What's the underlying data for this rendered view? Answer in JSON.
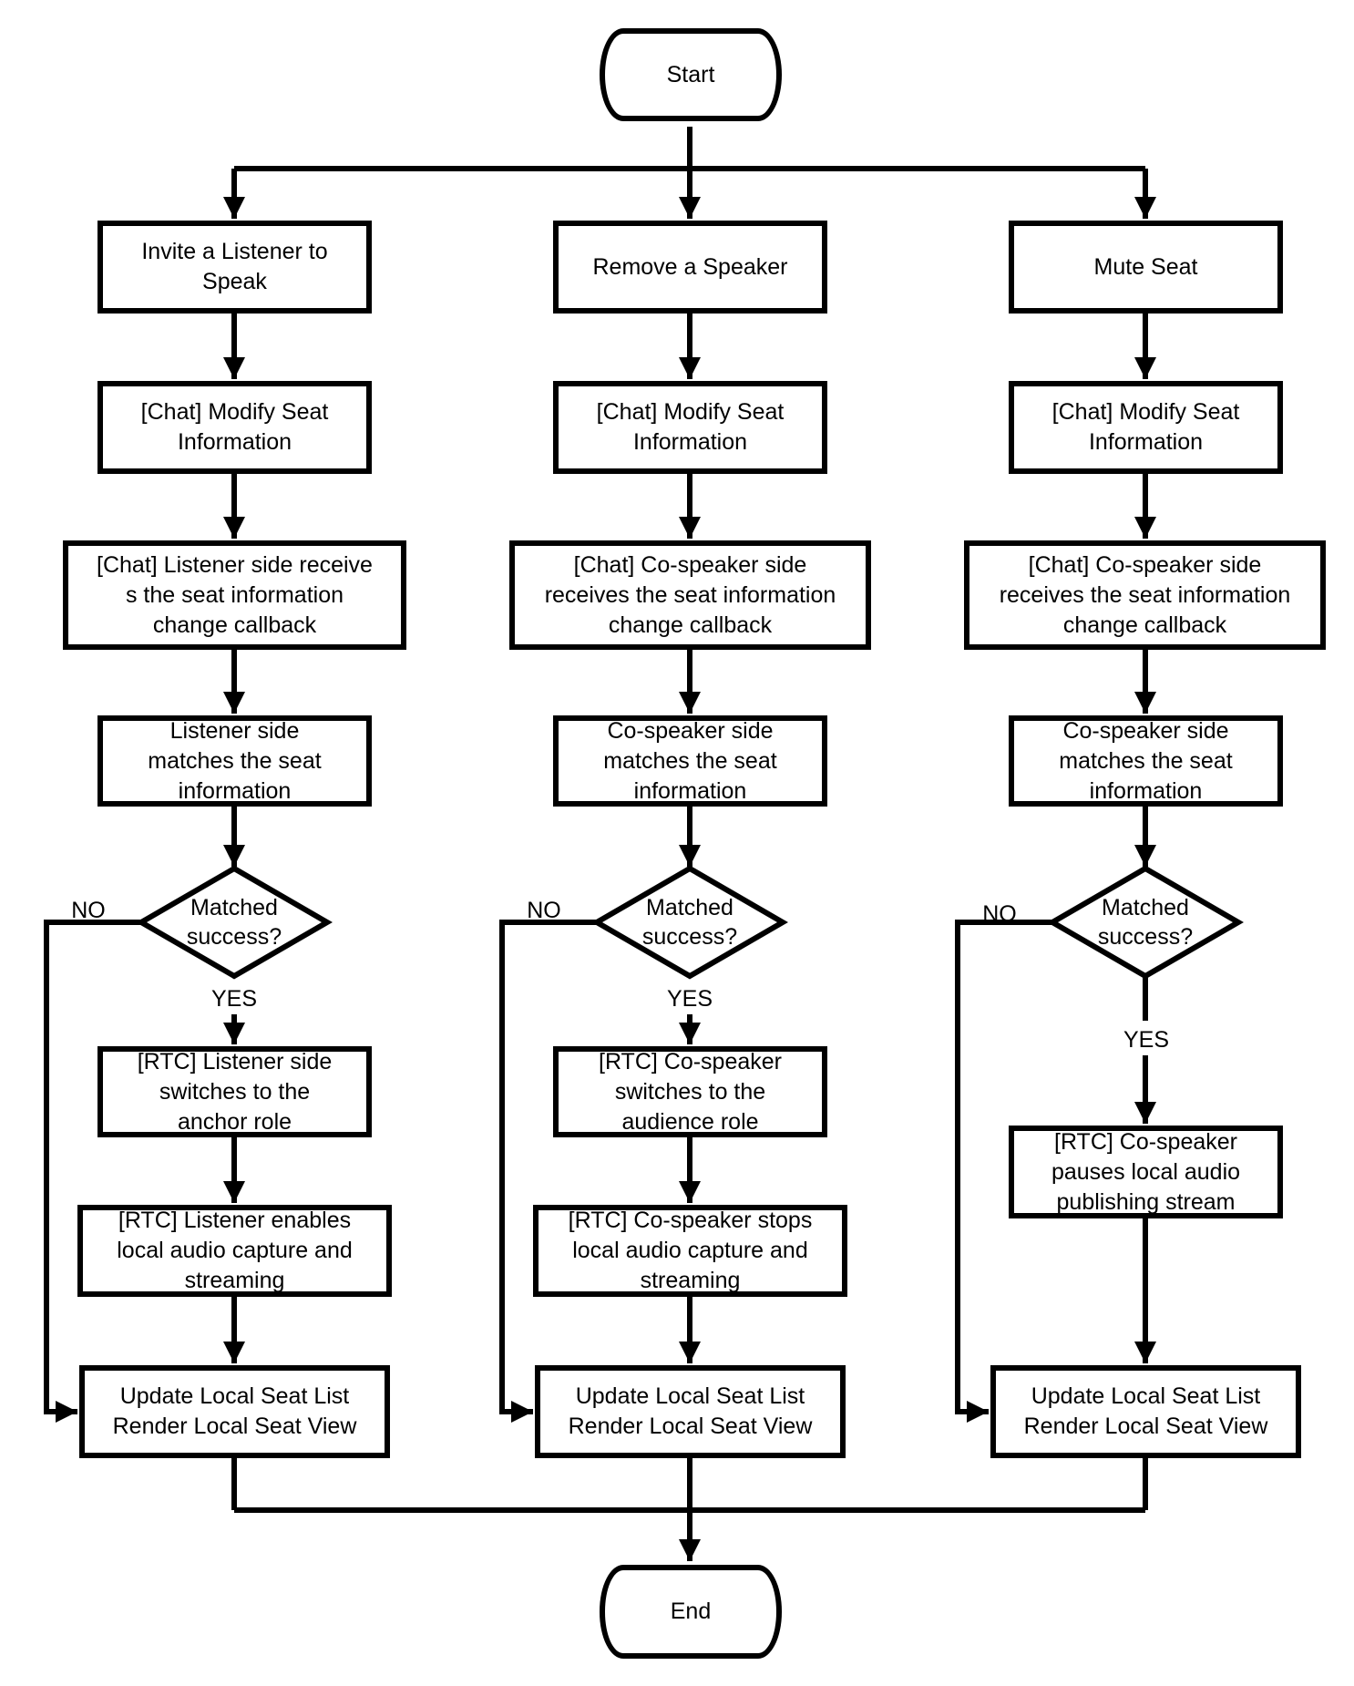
{
  "flowchart": {
    "start_label": "Start",
    "end_label": "End",
    "no_label": "NO",
    "yes_label": "YES",
    "colors": {
      "line": "#000000",
      "fill": "#ffffff"
    },
    "columns": [
      {
        "name": "invite-listener-to-speak",
        "action": "Invite a Listener to\nSpeak",
        "modify_seat": "[Chat] Modify Seat\nInformation",
        "receive_callback": "[Chat] Listener side receive\ns the seat information\nchange callback",
        "match_seat": "Listener side\nmatches the seat\ninformation",
        "decision": "Matched\nsuccess?",
        "on_success_1": "[RTC] Listener side\nswitches to the\nanchor role",
        "on_success_2": "[RTC] Listener enables\nlocal audio capture and\nstreaming",
        "update_view": "Update Local Seat List\nRender Local Seat View"
      },
      {
        "name": "remove-a-speaker",
        "action": "Remove a Speaker",
        "modify_seat": "[Chat] Modify Seat\nInformation",
        "receive_callback": "[Chat] Co-speaker side\nreceives the seat information\nchange callback",
        "match_seat": "Co-speaker side\nmatches the seat\ninformation",
        "decision": "Matched\nsuccess?",
        "on_success_1": "[RTC] Co-speaker\nswitches to the\naudience role",
        "on_success_2": "[RTC] Co-speaker stops\nlocal audio capture and\nstreaming",
        "update_view": "Update Local Seat List\nRender Local Seat View"
      },
      {
        "name": "mute-seat",
        "action": "Mute Seat",
        "modify_seat": "[Chat] Modify Seat\nInformation",
        "receive_callback": "[Chat] Co-speaker side\nreceives the seat information\nchange callback",
        "match_seat": "Co-speaker side\nmatches the seat\ninformation",
        "decision": "Matched\nsuccess?",
        "on_success_1": "[RTC] Co-speaker\npauses local audio\npublishing stream",
        "update_view": "Update Local Seat List\nRender Local Seat View"
      }
    ]
  }
}
